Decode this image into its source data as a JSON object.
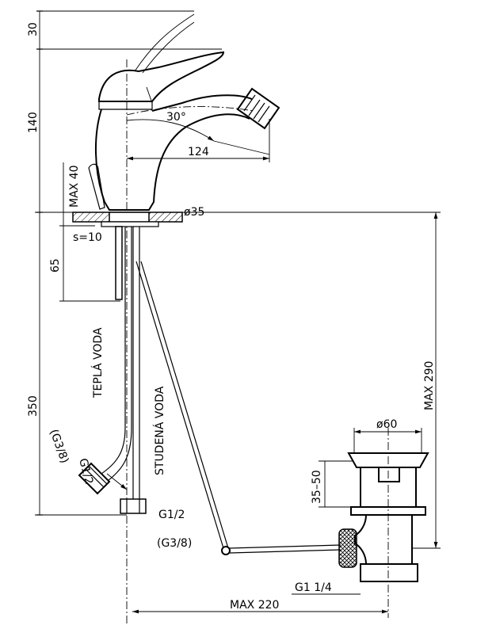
{
  "dims": {
    "d30": "30",
    "d140": "140",
    "angle": "30°",
    "d124": "124",
    "max40": "MAX 40",
    "dia35": "ø35",
    "s10": "s=10",
    "d65": "65",
    "d350": "350",
    "max290": "MAX 290",
    "dia60": "ø60",
    "d35_50": "35–50",
    "g1_2_left": "G1/2",
    "g3_8_left": "(G3/8)",
    "g1_2": "G1/2",
    "g3_8": "(G3/8)",
    "g1_1_4": "G1  1/4",
    "max220": "MAX 220"
  },
  "labels": {
    "hot_water": "TEPLÁ VODA",
    "cold_water": "STUDENÁ VODA"
  }
}
